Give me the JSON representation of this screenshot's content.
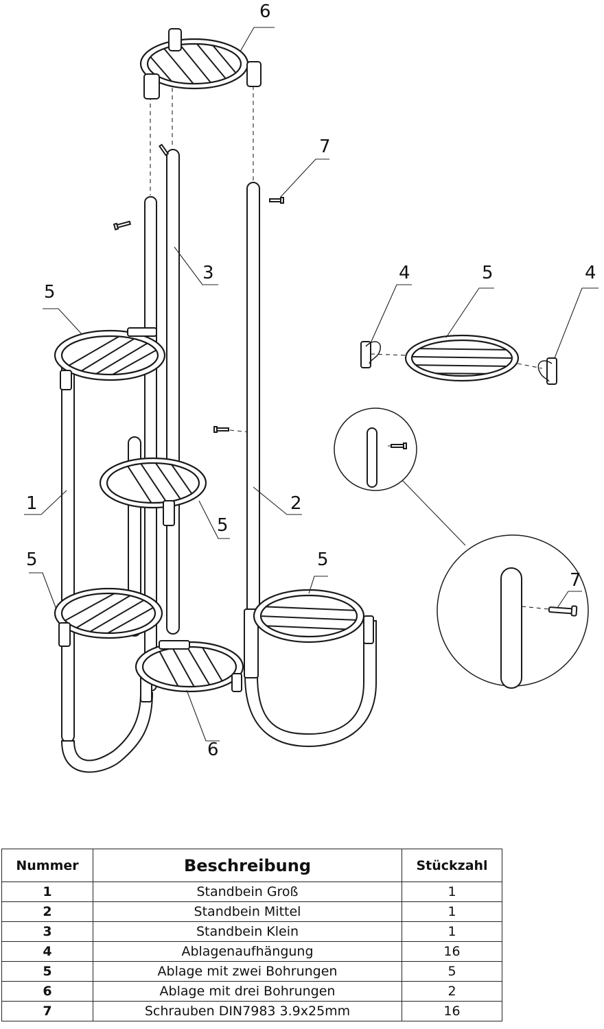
{
  "diagram": {
    "callouts": [
      {
        "id": "c6-top",
        "label": "6"
      },
      {
        "id": "c7-top",
        "label": "7"
      },
      {
        "id": "c3",
        "label": "3"
      },
      {
        "id": "c5-a",
        "label": "5"
      },
      {
        "id": "c4-left",
        "label": "4"
      },
      {
        "id": "c5-detail",
        "label": "5"
      },
      {
        "id": "c4-right",
        "label": "4"
      },
      {
        "id": "c1",
        "label": "1"
      },
      {
        "id": "c5-mid",
        "label": "5"
      },
      {
        "id": "c2",
        "label": "2"
      },
      {
        "id": "c5-low",
        "label": "5"
      },
      {
        "id": "c5-right",
        "label": "5"
      },
      {
        "id": "c7-detail",
        "label": "7"
      },
      {
        "id": "c6-bottom",
        "label": "6"
      }
    ]
  },
  "parts_table": {
    "headers": {
      "number": "Nummer",
      "description": "Beschreibung",
      "count": "Stückzahl"
    },
    "rows": [
      {
        "number": "1",
        "description": "Standbein Groß",
        "count": "1"
      },
      {
        "number": "2",
        "description": "Standbein Mittel",
        "count": "1"
      },
      {
        "number": "3",
        "description": "Standbein Klein",
        "count": "1"
      },
      {
        "number": "4",
        "description": "Ablagenaufhängung",
        "count": "16"
      },
      {
        "number": "5",
        "description": "Ablage mit zwei Bohrungen",
        "count": "5"
      },
      {
        "number": "6",
        "description": "Ablage mit drei Bohrungen",
        "count": "2"
      },
      {
        "number": "7",
        "description": "Schrauben DIN7983  3.9x25mm",
        "count": "16"
      }
    ]
  }
}
